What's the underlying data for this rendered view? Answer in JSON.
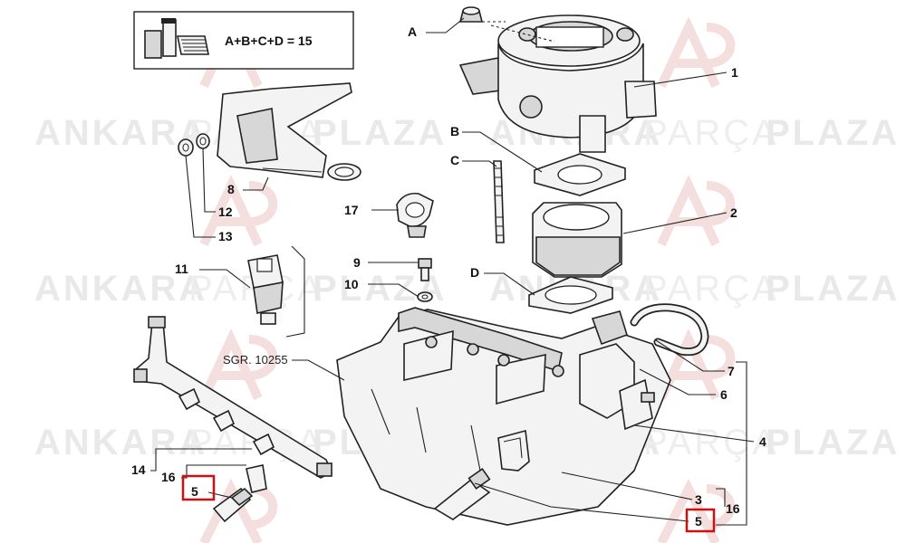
{
  "formula": "A+B+C+D = 15",
  "watermark": {
    "bold1": "ANKARA",
    "thin": "PARÇA",
    "bold2": "PLAZA"
  },
  "ref_code": "SGR. 10255",
  "labels": {
    "A": "A",
    "B": "B",
    "C": "C",
    "D": "D",
    "n1": "1",
    "n2": "2",
    "n3": "3",
    "n4": "4",
    "n5a": "5",
    "n5b": "5",
    "n6": "6",
    "n7": "7",
    "n8": "8",
    "n9": "9",
    "n10": "10",
    "n11": "11",
    "n12": "12",
    "n13": "13",
    "n14": "14",
    "n16a": "16",
    "n16b": "16",
    "n17": "17"
  },
  "colors": {
    "highlight": "#cc1111",
    "line": "#222222",
    "watermark": "#e9e9e9"
  }
}
